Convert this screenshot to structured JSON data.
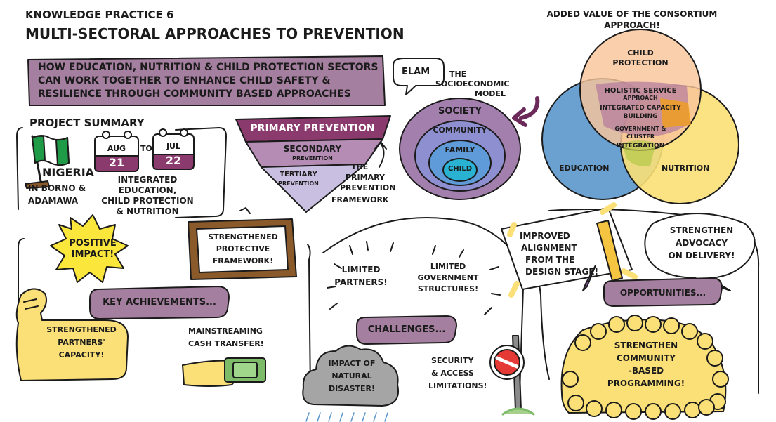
{
  "header": {
    "kicker": "KNOWLEDGE PRACTICE 6",
    "title": "MULTI-SECTORAL APPROACHES TO PREVENTION",
    "banner_line1": "HOW EDUCATION, NUTRITION & CHILD PROTECTION SECTORS",
    "banner_line2": "CAN WORK TOGETHER TO ENHANCE CHILD SAFETY &",
    "banner_line3": "RESILIENCE THROUGH COMMUNITY BASED APPROACHES",
    "speech_bubble": "ELAM"
  },
  "project_summary": {
    "label": "PROJECT SUMMARY",
    "country": "NIGERIA",
    "region_line1": "IN BORNO &",
    "region_line2": "ADAMAWA",
    "start_month": "AUG",
    "start_year": "21",
    "to_word": "TO",
    "end_month": "JUL",
    "end_year": "22",
    "focus_line1": "INTEGRATED",
    "focus_line2": "EDUCATION,",
    "focus_line3": "CHILD PROTECTION",
    "focus_line4": "& NUTRITION"
  },
  "prevention_framework": {
    "levels": [
      "PRIMARY PREVENTION",
      "SECONDARY",
      "TERTIARY"
    ],
    "sublabel": "PREVENTION",
    "caption_line1": "THE",
    "caption_line2": "PRIMARY",
    "caption_line3": "PREVENTION",
    "caption_line4": "FRAMEWORK",
    "colors": [
      "#8b3a6e",
      "#b48cb4",
      "#c9bfe0"
    ]
  },
  "socioeconomic_model": {
    "caption_line1": "THE",
    "caption_line2": "SOCIOECONOMIC",
    "caption_line3": "MODEL",
    "rings": [
      "SOCIETY",
      "COMMUNITY",
      "FAMILY",
      "CHILD"
    ],
    "colors": [
      "#a37fae",
      "#8d8fd0",
      "#5e9bd8",
      "#2ab2d3"
    ]
  },
  "consortium": {
    "title_line1": "ADDED VALUE OF THE CONSORTIUM",
    "title_line2": "APPROACH!",
    "circles": {
      "child_protection_line1": "CHILD",
      "child_protection_line2": "PROTECTION",
      "education": "EDUCATION",
      "nutrition": "NUTRITION"
    },
    "overlap_items": [
      "HOLISTIC SERVICE",
      "APPROACH",
      "INTEGRATED CAPACITY",
      "BUILDING",
      "GOVERNMENT &",
      "CLUSTER",
      "INTEGRATION"
    ],
    "colors": {
      "child_protection": "#f8c59a",
      "education": "#5b97cc",
      "nutrition": "#fbe077",
      "overlap": "#b47b9c"
    }
  },
  "achievements": {
    "label": "KEY ACHIEVEMENTS...",
    "burst_line1": "POSITIVE",
    "burst_line2": "IMPACT!",
    "frame_line1": "STRENGTHENED",
    "frame_line2": "PROTECTIVE",
    "frame_line3": "FRAMEWORK!",
    "arm_line1": "STRENGTHENED",
    "arm_line2": "PARTNERS'",
    "arm_line3": "CAPACITY!",
    "cash_line1": "MAINSTREAMING",
    "cash_line2": "CASH TRANSFER!"
  },
  "challenges": {
    "label": "CHALLENGES...",
    "item1_line1": "LIMITED",
    "item1_line2": "PARTNERS!",
    "item2_line1": "LIMITED",
    "item2_line2": "GOVERNMENT",
    "item2_line3": "STRUCTURES!",
    "cloud_line1": "IMPACT OF",
    "cloud_line2": "NATURAL",
    "cloud_line3": "DISASTER!",
    "security_line1": "SECURITY",
    "security_line2": "& ACCESS",
    "security_line3": "LIMITATIONS!"
  },
  "opportunities": {
    "label": "OPPORTUNITIES...",
    "paper_line1": "IMPROVED",
    "paper_line2": "ALIGNMENT",
    "paper_line3": "FROM THE",
    "paper_line4": "DESIGN STAGE!",
    "bubble_line1": "STRENGTHEN",
    "bubble_line2": "ADVOCACY",
    "bubble_line3": "ON DELIVERY!",
    "crowd_line1": "STRENGTHEN",
    "crowd_line2": "COMMUNITY",
    "crowd_line3": "-BASED",
    "crowd_line4": "PROGRAMMING!"
  }
}
